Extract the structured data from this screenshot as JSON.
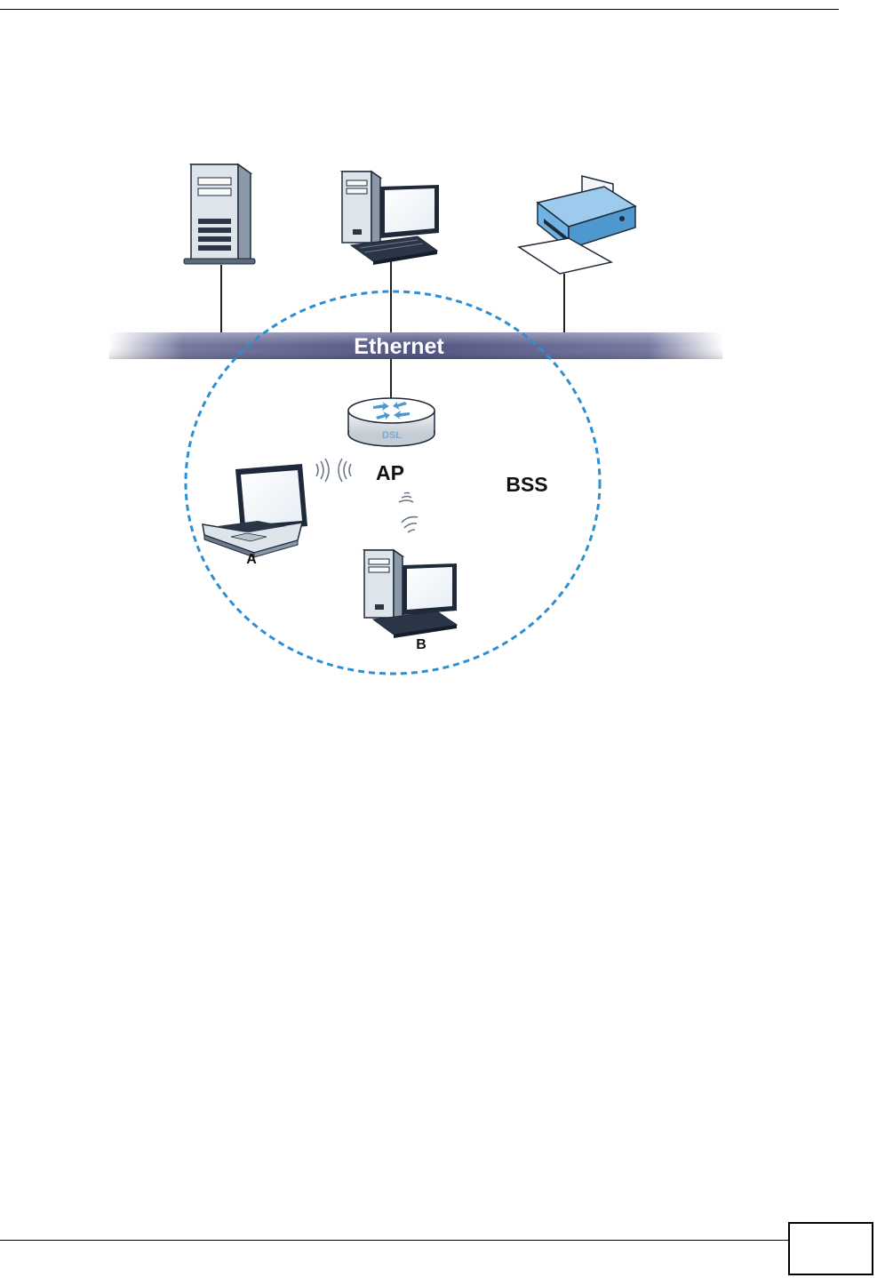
{
  "header": {
    "text": ""
  },
  "figure": {
    "network_label": "Ethernet",
    "router_label": "DSL",
    "ap_label": "AP",
    "bss_label": "BSS",
    "station_a_label": "A",
    "station_b_label": "B"
  },
  "footer": {
    "page_number": ""
  },
  "colors": {
    "bss_circle": "#2e8fd0",
    "ethernet_band": "#5b5f8e",
    "device_blue": "#6fb3e3",
    "device_dark": "#1e2a3a"
  },
  "icons": [
    "server-icon",
    "desktop-computer-icon",
    "printer-icon",
    "router-icon",
    "laptop-icon",
    "wireless-signal-icon"
  ]
}
